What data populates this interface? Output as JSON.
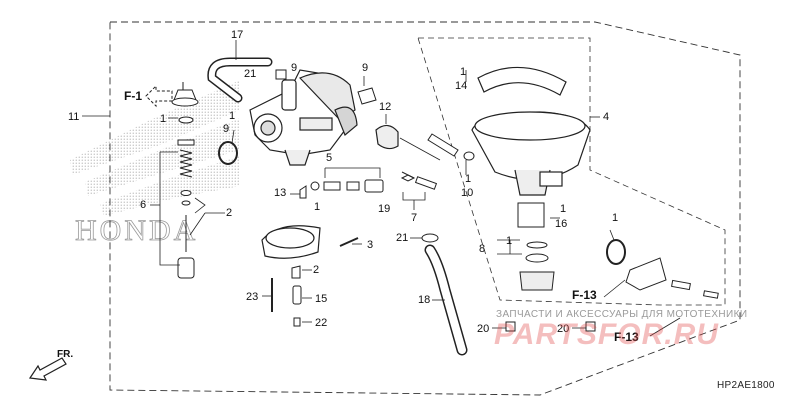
{
  "callouts": {
    "c17": "17",
    "c21a": "21",
    "c9a": "9",
    "c9b": "9",
    "c9c": "9",
    "c1a": "1",
    "c1b": "1",
    "c1c": "1",
    "c1d": "1",
    "c1e": "1",
    "c1f": "1",
    "c1g": "1",
    "c1h": "1",
    "c12": "12",
    "c11": "11",
    "c14": "14",
    "c4": "4",
    "c5": "5",
    "c13": "13",
    "c19": "19",
    "c7": "7",
    "c10": "10",
    "c16": "16",
    "c6": "6",
    "c2a": "2",
    "c2b": "2",
    "c3": "3",
    "c21b": "21",
    "c8": "8",
    "c23": "23",
    "c15": "15",
    "c22": "22",
    "c18": "18",
    "c20a": "20",
    "c20b": "20"
  },
  "references": {
    "f1": "F-1",
    "f13a": "F-13",
    "f13b": "F-13"
  },
  "direction_label": "FR.",
  "diagram_code": "HP2AE1800",
  "watermark": {
    "text": "ЗАПЧАСТИ И АКСЕССУАРЫ ДЛЯ МОТОТЕХНИКИ",
    "brand": "PARTSFOR.RU",
    "color": "#e04848"
  }
}
